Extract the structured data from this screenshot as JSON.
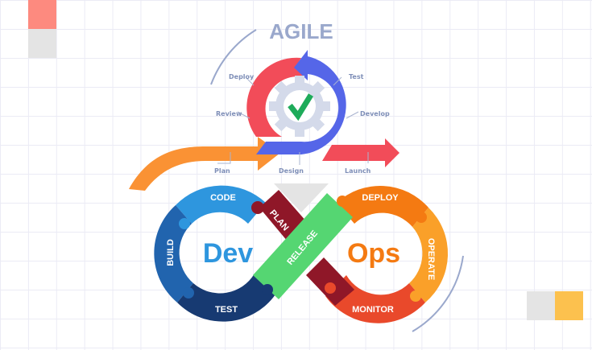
{
  "title": "AGILE",
  "agile_cycle": {
    "labels": {
      "deploy": "Deploy",
      "test": "Test",
      "review": "Review",
      "develop": "Develop",
      "plan": "Plan",
      "design": "Design",
      "launch": "Launch"
    },
    "center_icon": "check-gear-icon"
  },
  "devops": {
    "left_word": "Dev",
    "right_word": "Ops",
    "segments": {
      "code": "CODE",
      "build": "BUILD",
      "test": "TEST",
      "plan": "PLAN",
      "release": "RELEASE",
      "deploy": "DEPLOY",
      "operate": "OPERATE",
      "monitor": "MONITOR"
    }
  },
  "colors": {
    "agile_title": "#9aa8cc",
    "agile_red": "#f24c59",
    "agile_blue": "#5566e8",
    "gear": "#d4daea",
    "check": "#1eab5a",
    "plan_arrow": "#fa9234",
    "launch_arrow": "#f24c59",
    "dev_text": "#2e96de",
    "ops_text": "#f47a12",
    "code": "#2e96de",
    "build": "#2164ae",
    "test": "#173a72",
    "plan_piece": "#8f1728",
    "release": "#55d672",
    "deploy": "#f47a12",
    "operate": "#faa029",
    "monitor": "#e9492b",
    "square_salmon": "#fd8a7f",
    "square_gray": "#e4e4e4",
    "square_yellow": "#fcc14e"
  }
}
